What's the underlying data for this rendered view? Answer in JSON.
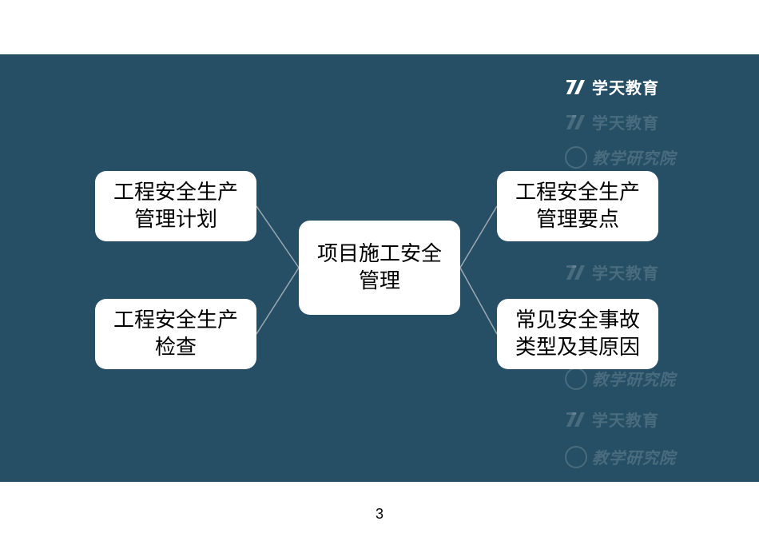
{
  "diagram": {
    "center": {
      "lines": [
        "项目施工安全",
        "管理"
      ]
    },
    "branches": {
      "top_left": {
        "lines": [
          "工程安全生产",
          "管理计划"
        ]
      },
      "bottom_left": {
        "lines": [
          "工程安全生产",
          "检查"
        ]
      },
      "top_right": {
        "lines": [
          "工程安全生产",
          "管理要点"
        ]
      },
      "bottom_right": {
        "lines": [
          "常见安全事故",
          "类型及其原因"
        ]
      }
    }
  },
  "watermark": {
    "brand_text": "学天教育",
    "seal_text": "教学研究院"
  },
  "footer": {
    "page_number": "3"
  },
  "colors": {
    "panel_background": "#264f66",
    "node_fill": "#ffffff",
    "connector_line": "#9aa9b2"
  }
}
